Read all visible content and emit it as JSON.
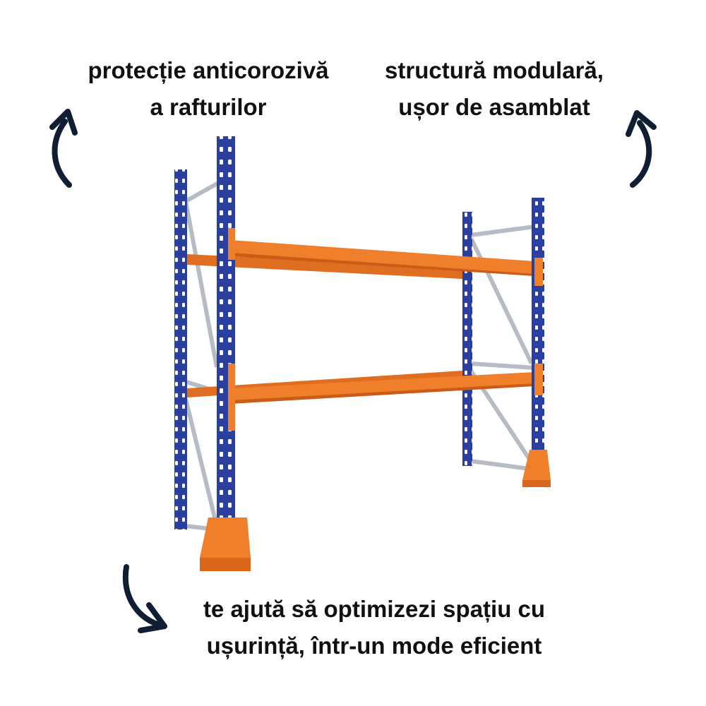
{
  "captions": {
    "top_left": {
      "line1": "protecție anticorozivă",
      "line2": "a rafturilor"
    },
    "top_right": {
      "line1": "structură modulară,",
      "line2": "ușor de asamblat"
    },
    "bottom": {
      "line1": "te ajută să optimizezi spațiu cu",
      "line2": "ușurință, într-un mode eficient"
    }
  },
  "icons": {
    "arrows": [
      "curved-arrow-up-icon",
      "curved-arrow-up-icon",
      "curved-arrow-down-right-icon"
    ],
    "image": "pallet-rack-image"
  },
  "colors": {
    "upright_blue": "#2a3f9e",
    "beam_orange": "#f07f2c",
    "brace_grey": "#b7bcc4",
    "arrow_navy": "#0f1e33",
    "text": "#111111"
  }
}
